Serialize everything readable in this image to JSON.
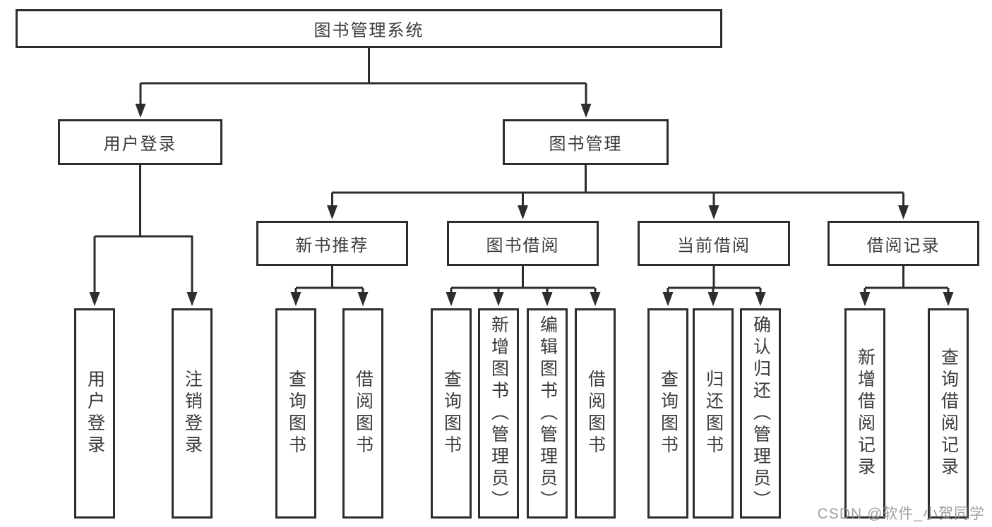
{
  "diagram": {
    "title": "图书管理系统",
    "root": {
      "label": "图书管理系统"
    },
    "level2": [
      {
        "id": "user-login",
        "label": "用户登录"
      },
      {
        "id": "book-management",
        "label": "图书管理"
      }
    ],
    "level3": [
      {
        "id": "new-book-recommendation",
        "label": "新书推荐",
        "parent": "图书管理"
      },
      {
        "id": "book-borrowing",
        "label": "图书借阅",
        "parent": "图书管理"
      },
      {
        "id": "current-borrowing",
        "label": "当前借阅",
        "parent": "图书管理"
      },
      {
        "id": "borrowing-records",
        "label": "借阅记录",
        "parent": "图书管理"
      }
    ],
    "leaves": [
      {
        "id": "user-login-action",
        "label": "用户登录",
        "parent": "用户登录"
      },
      {
        "id": "logout-action",
        "label": "注销登录",
        "parent": "用户登录"
      },
      {
        "id": "query-books-recommend",
        "label": "查询图书",
        "parent": "新书推荐"
      },
      {
        "id": "borrow-books-recommend",
        "label": "借阅图书",
        "parent": "新书推荐"
      },
      {
        "id": "query-books-borrowing",
        "label": "查询图书",
        "parent": "图书借阅"
      },
      {
        "id": "add-books-admin",
        "label": "新增图书（管理员）",
        "parent": "图书借阅"
      },
      {
        "id": "edit-books-admin",
        "label": "编辑图书（管理员）",
        "parent": "图书借阅"
      },
      {
        "id": "borrow-books-borrowing",
        "label": "借阅图书",
        "parent": "图书借阅"
      },
      {
        "id": "query-books-current",
        "label": "查询图书",
        "parent": "当前借阅"
      },
      {
        "id": "return-books",
        "label": "归还图书",
        "parent": "当前借阅"
      },
      {
        "id": "confirm-return-admin",
        "label": "确认归还（管理员）",
        "parent": "当前借阅"
      },
      {
        "id": "add-borrow-record",
        "label": "新增借阅记录",
        "parent": "借阅记录"
      },
      {
        "id": "query-borrow-record",
        "label": "查询借阅记录",
        "parent": "借阅记录"
      }
    ],
    "colors": {
      "line": "#2d2d2f",
      "text": "#3a3a3c",
      "background": "#ffffff",
      "watermark_gray": "#8f8f92"
    },
    "watermark": "CSDN @软件_小贺同学"
  }
}
